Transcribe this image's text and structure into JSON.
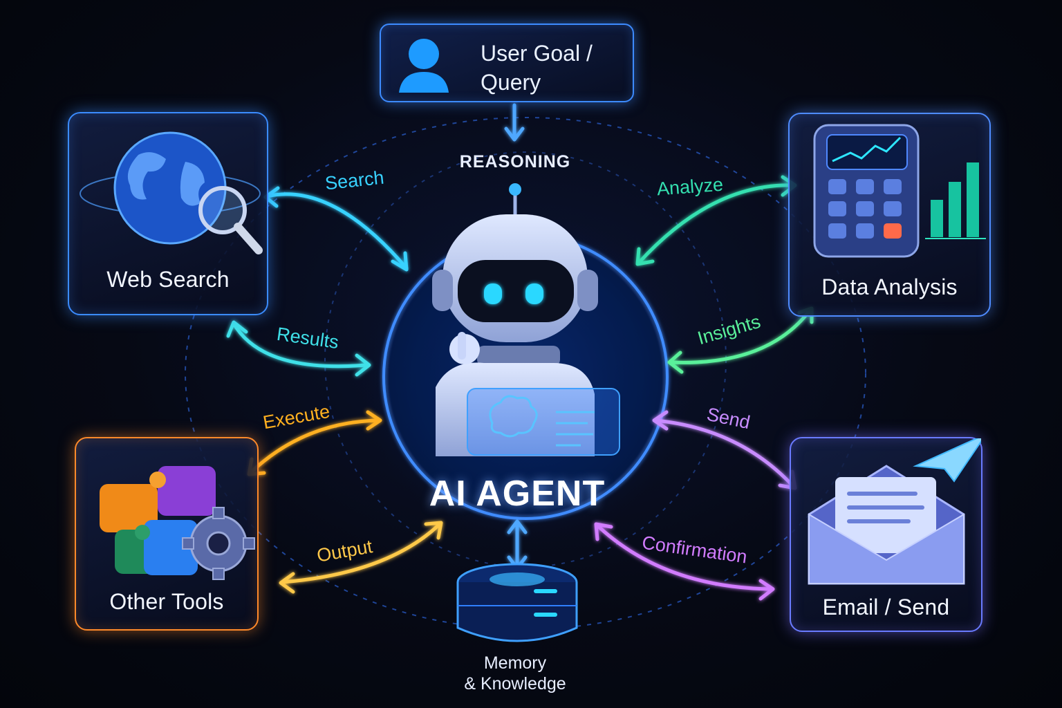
{
  "center": {
    "title": "AI AGENT",
    "header": "REASONING"
  },
  "user_goal": {
    "line1": "User Goal /",
    "line2": "Query"
  },
  "cards": {
    "web_search": "Web Search",
    "data_analysis": "Data Analysis",
    "other_tools": "Other Tools",
    "email_send": "Email / Send"
  },
  "memory": {
    "line1": "Memory",
    "line2": "& Knowledge"
  },
  "edges": {
    "search": "Search",
    "results": "Results",
    "analyze": "Analyze",
    "insights": "Insights",
    "execute": "Execute",
    "output": "Output",
    "send": "Send",
    "confirmation": "Confirmation"
  },
  "colors": {
    "search": "#38d2ff",
    "results": "#3fe0e8",
    "analyze": "#34e0b0",
    "insights": "#5af09a",
    "execute": "#ffb020",
    "output": "#ffc94a",
    "send": "#c88cff",
    "confirmation": "#d27cff"
  },
  "icons": {
    "user_goal": "user-icon",
    "web_search": "globe-magnifier-icon",
    "data_analysis": "calculator-chart-icon",
    "other_tools": "puzzle-gear-icon",
    "email_send": "envelope-paper-plane-icon",
    "memory": "database-icon",
    "agent": "robot-icon"
  }
}
